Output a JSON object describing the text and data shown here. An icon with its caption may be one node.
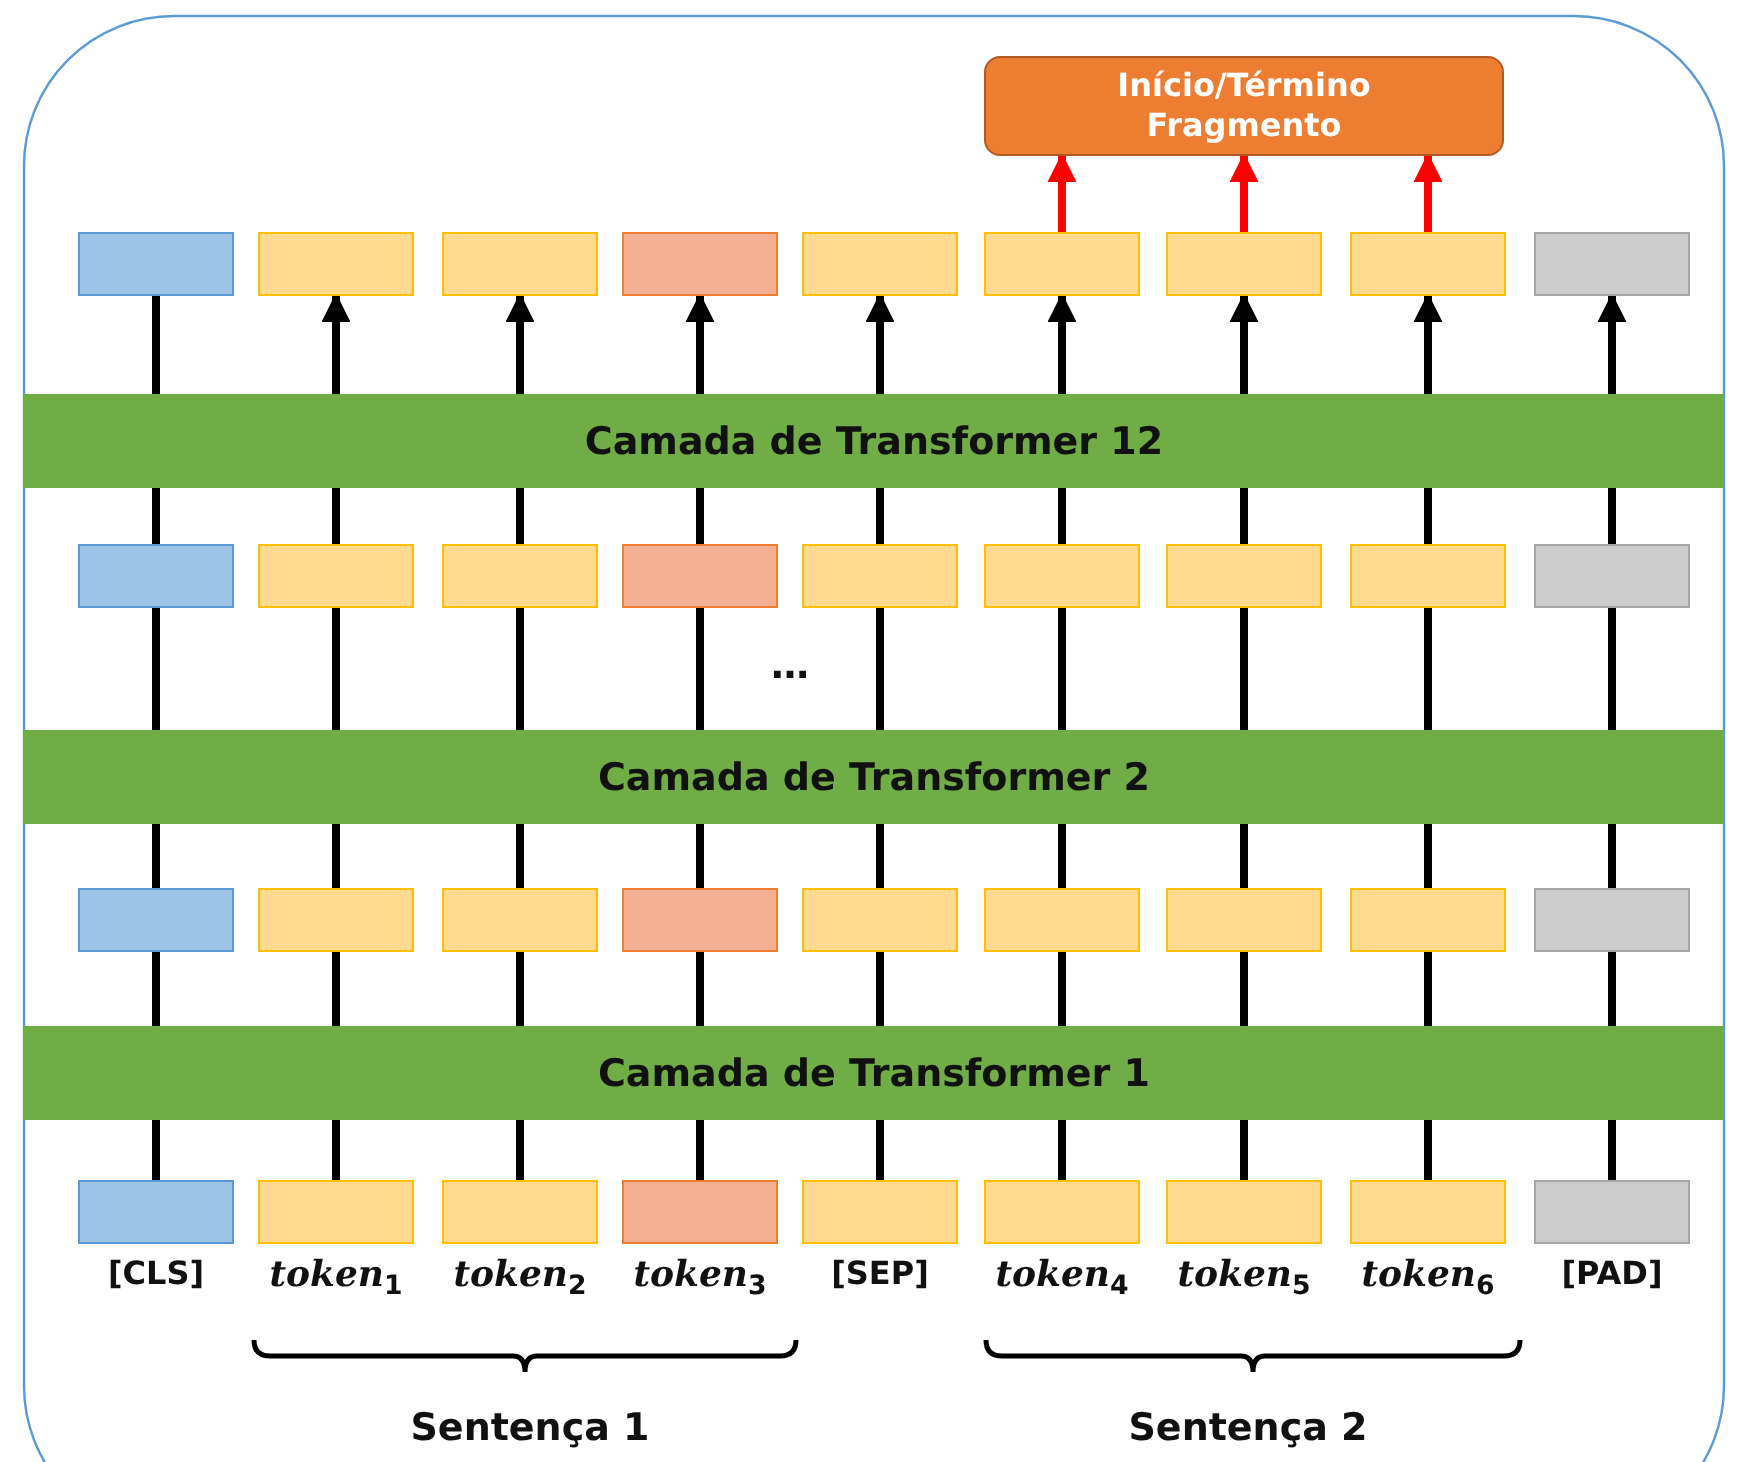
{
  "diagram": {
    "nodes": [
      {
        "text": [
          "Início/Término Fragmento"
        ]
      },
      {
        "text": [],
        "shape": "box"
      },
      {
        "text": [],
        "shape": "box"
      },
      {
        "text": [],
        "shape": "box"
      },
      {
        "text": [],
        "shape": "box"
      },
      {
        "text": [],
        "shape": "box"
      },
      {
        "text": [],
        "shape": "box"
      },
      {
        "text": [],
        "shape": "box"
      },
      {
        "text": [],
        "shape": "box"
      },
      {
        "text": [],
        "shape": "box"
      },
      {
        "text": [
          "Camada de Transformer 12"
        ]
      },
      {
        "text": [],
        "shape": "box"
      },
      {
        "text": [],
        "shape": "box"
      },
      {
        "text": [],
        "shape": "box"
      },
      {
        "text": [],
        "shape": "box"
      },
      {
        "text": [],
        "shape": "box"
      },
      {
        "text": [],
        "shape": "box"
      },
      {
        "text": [],
        "shape": "box"
      },
      {
        "text": [],
        "shape": "box"
      },
      {
        "text": [],
        "shape": "box"
      },
      {
        "text": [
          "Camada de Transformer 2"
        ]
      },
      {
        "text": [],
        "shape": "box"
      },
      {
        "text": [],
        "shape": "box"
      },
      {
        "text": [],
        "shape": "box"
      },
      {
        "text": [],
        "shape": "box"
      },
      {
        "text": [],
        "shape": "box"
      },
      {
        "text": [],
        "shape": "box"
      },
      {
        "text": [],
        "shape": "box"
      },
      {
        "text": [],
        "shape": "box"
      },
      {
        "text": [],
        "shape": "box"
      },
      {
        "text": [
          "Camada de Transformer 1"
        ]
      },
      {
        "text": [],
        "shape": "box",
        "beside": [
          "[CLS]"
        ]
      },
      {
        "text": [],
        "shape": "box",
        "beside": [
          "*token*$_{1}$"
        ]
      },
      {
        "text": [],
        "shape": "box",
        "beside": [
          "*token*$_{2}$"
        ]
      },
      {
        "text": [],
        "shape": "box",
        "beside": [
          "*token*$_{3}$"
        ]
      },
      {
        "text": [],
        "shape": "box",
        "beside": [
          "[SEP]"
        ]
      },
      {
        "text": [],
        "shape": "box",
        "beside": [
          "*token*$_{4}$"
        ]
      },
      {
        "text": [],
        "shape": "box",
        "beside": [
          "*token*$_{5}$"
        ]
      },
      {
        "text": [],
        "shape": "box",
        "beside": [
          "*token*$_{6}$"
        ]
      },
      {
        "text": [],
        "shape": "box",
        "beside": [
          "[PAD]"
        ]
      }
    ],
    "edges": [
      {
        "from": 6,
        "to": 0,
        "arrow": "to",
        "color": "#ff0000"
      },
      {
        "from": 7,
        "to": 0,
        "arrow": "to",
        "color": "#ff0000"
      },
      {
        "from": 8,
        "to": 0,
        "arrow": "to",
        "color": "#ff0000"
      },
      {
        "from": 10,
        "to": 1,
        "arrow": "none"
      },
      {
        "from": 10,
        "to": 2,
        "arrow": "to"
      },
      {
        "from": 10,
        "to": 3,
        "arrow": "to"
      },
      {
        "from": 10,
        "to": 4,
        "arrow": "to"
      },
      {
        "from": 10,
        "to": 5,
        "arrow": "to"
      },
      {
        "from": 10,
        "to": 6,
        "arrow": "to"
      },
      {
        "from": 10,
        "to": 7,
        "arrow": "to"
      },
      {
        "from": 10,
        "to": 8,
        "arrow": "to"
      },
      {
        "from": 10,
        "to": 9,
        "arrow": "to"
      },
      {
        "from": 11,
        "to": 10,
        "arrow": "none"
      },
      {
        "from": 12,
        "to": 10,
        "arrow": "none"
      },
      {
        "from": 13,
        "to": 10,
        "arrow": "none"
      },
      {
        "from": 14,
        "to": 10,
        "arrow": "none"
      },
      {
        "from": 15,
        "to": 10,
        "arrow": "none"
      },
      {
        "from": 16,
        "to": 10,
        "arrow": "none"
      },
      {
        "from": 17,
        "to": 10,
        "arrow": "none"
      },
      {
        "from": 18,
        "to": 10,
        "arrow": "none"
      },
      {
        "from": 19,
        "to": 10,
        "arrow": "none"
      },
      {
        "from": 20,
        "to": 11,
        "arrow": "none"
      },
      {
        "from": 20,
        "to": 12,
        "arrow": "none"
      },
      {
        "from": 20,
        "to": 13,
        "arrow": "none"
      },
      {
        "from": 20,
        "to": 14,
        "arrow": "none"
      },
      {
        "from": 20,
        "to": 15,
        "arrow": "none"
      },
      {
        "from": 20,
        "to": 16,
        "arrow": "none"
      },
      {
        "from": 20,
        "to": 17,
        "arrow": "none"
      },
      {
        "from": 20,
        "to": 18,
        "arrow": "none"
      },
      {
        "from": 20,
        "to": 19,
        "arrow": "none"
      },
      {
        "from": 21,
        "to": 20,
        "arrow": "none"
      },
      {
        "from": 22,
        "to": 20,
        "arrow": "none"
      },
      {
        "from": 23,
        "to": 20,
        "arrow": "none"
      },
      {
        "from": 24,
        "to": 20,
        "arrow": "none"
      },
      {
        "from": 25,
        "to": 20,
        "arrow": "none"
      },
      {
        "from": 26,
        "to": 20,
        "arrow": "none"
      },
      {
        "from": 27,
        "to": 20,
        "arrow": "none"
      },
      {
        "from": 28,
        "to": 20,
        "arrow": "none"
      },
      {
        "from": 29,
        "to": 20,
        "arrow": "none"
      },
      {
        "from": 30,
        "to": 21,
        "arrow": "none"
      },
      {
        "from": 30,
        "to": 22,
        "arrow": "none"
      },
      {
        "from": 30,
        "to": 23,
        "arrow": "none"
      },
      {
        "from": 30,
        "to": 24,
        "arrow": "none"
      },
      {
        "from": 30,
        "to": 25,
        "arrow": "none"
      },
      {
        "from": 30,
        "to": 26,
        "arrow": "none"
      },
      {
        "from": 30,
        "to": 27,
        "arrow": "none"
      },
      {
        "from": 30,
        "to": 28,
        "arrow": "none"
      },
      {
        "from": 30,
        "to": 29,
        "arrow": "none"
      },
      {
        "from": 31,
        "to": 30,
        "arrow": "none"
      },
      {
        "from": 32,
        "to": 30,
        "arrow": "none"
      },
      {
        "from": 33,
        "to": 30,
        "arrow": "none"
      },
      {
        "from": 34,
        "to": 30,
        "arrow": "none"
      },
      {
        "from": 35,
        "to": 30,
        "arrow": "none"
      },
      {
        "from": 36,
        "to": 30,
        "arrow": "none"
      },
      {
        "from": 37,
        "to": 30,
        "arrow": "none"
      },
      {
        "from": 38,
        "to": 30,
        "arrow": "none"
      },
      {
        "from": 39,
        "to": 30,
        "arrow": "none"
      }
    ],
    "labels": [
      "…",
      "Sentença 1",
      "Sentença 2"
    ]
  }
}
